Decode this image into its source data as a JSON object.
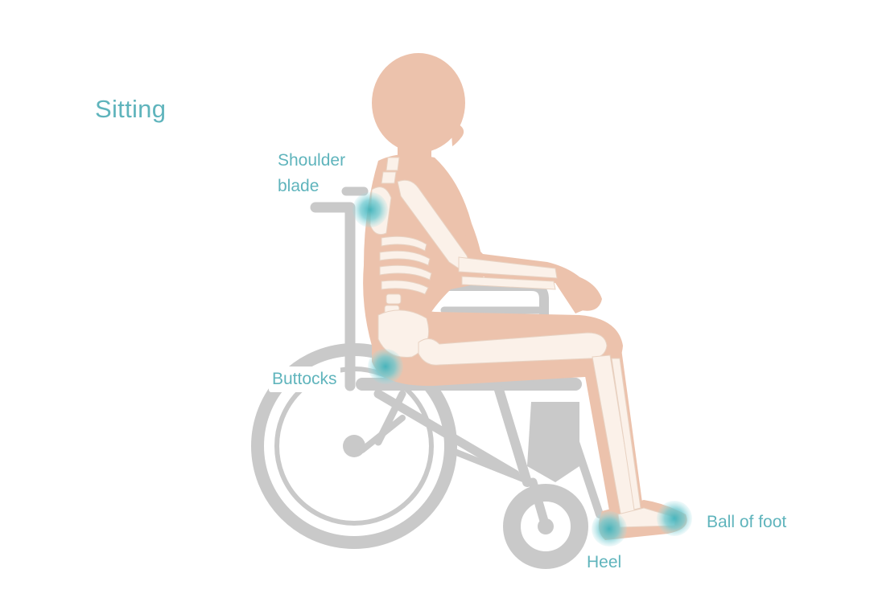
{
  "title": "Sitting",
  "labels": {
    "shoulder_blade": [
      "Shoulder",
      "blade"
    ],
    "buttocks": "Buttocks",
    "heel": "Heel",
    "ball_of_foot": "Ball of foot"
  },
  "icons": {
    "body": "seated-person-icon",
    "skeleton": "skeleton-icon",
    "wheelchair": "wheelchair-icon",
    "pressure_point": "pressure-point-icon"
  },
  "colors": {
    "teal": "#5fb4bc",
    "skin": "#ecc2ac",
    "bone": "#fbf1e9",
    "chair": "#c9c9c9",
    "pressure": "#6cc8cf"
  }
}
